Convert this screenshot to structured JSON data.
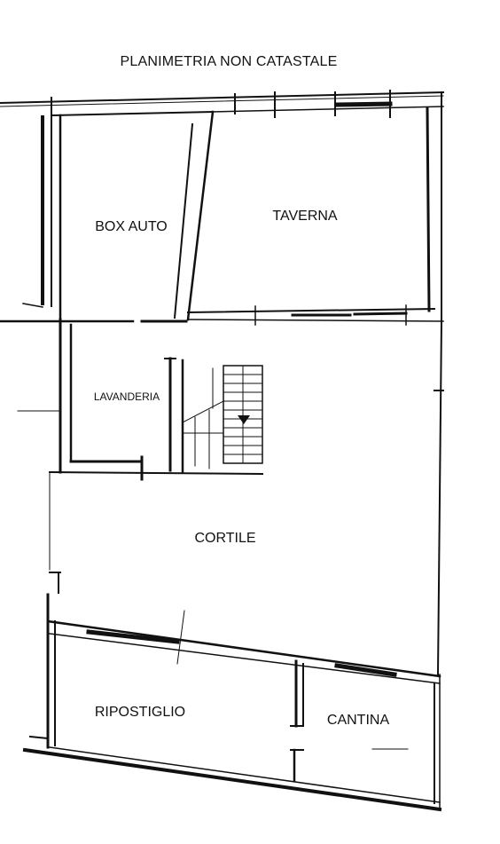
{
  "plan": {
    "title": "PLANIMETRIA NON CATASTALE",
    "rooms": {
      "box_auto": "BOX AUTO",
      "taverna": "TAVERNA",
      "lavanderia": "LAVANDERIA",
      "cortile": "CORTILE",
      "ripostiglio": "RIPOSTIGLIO",
      "cantina": "CANTINA"
    }
  }
}
